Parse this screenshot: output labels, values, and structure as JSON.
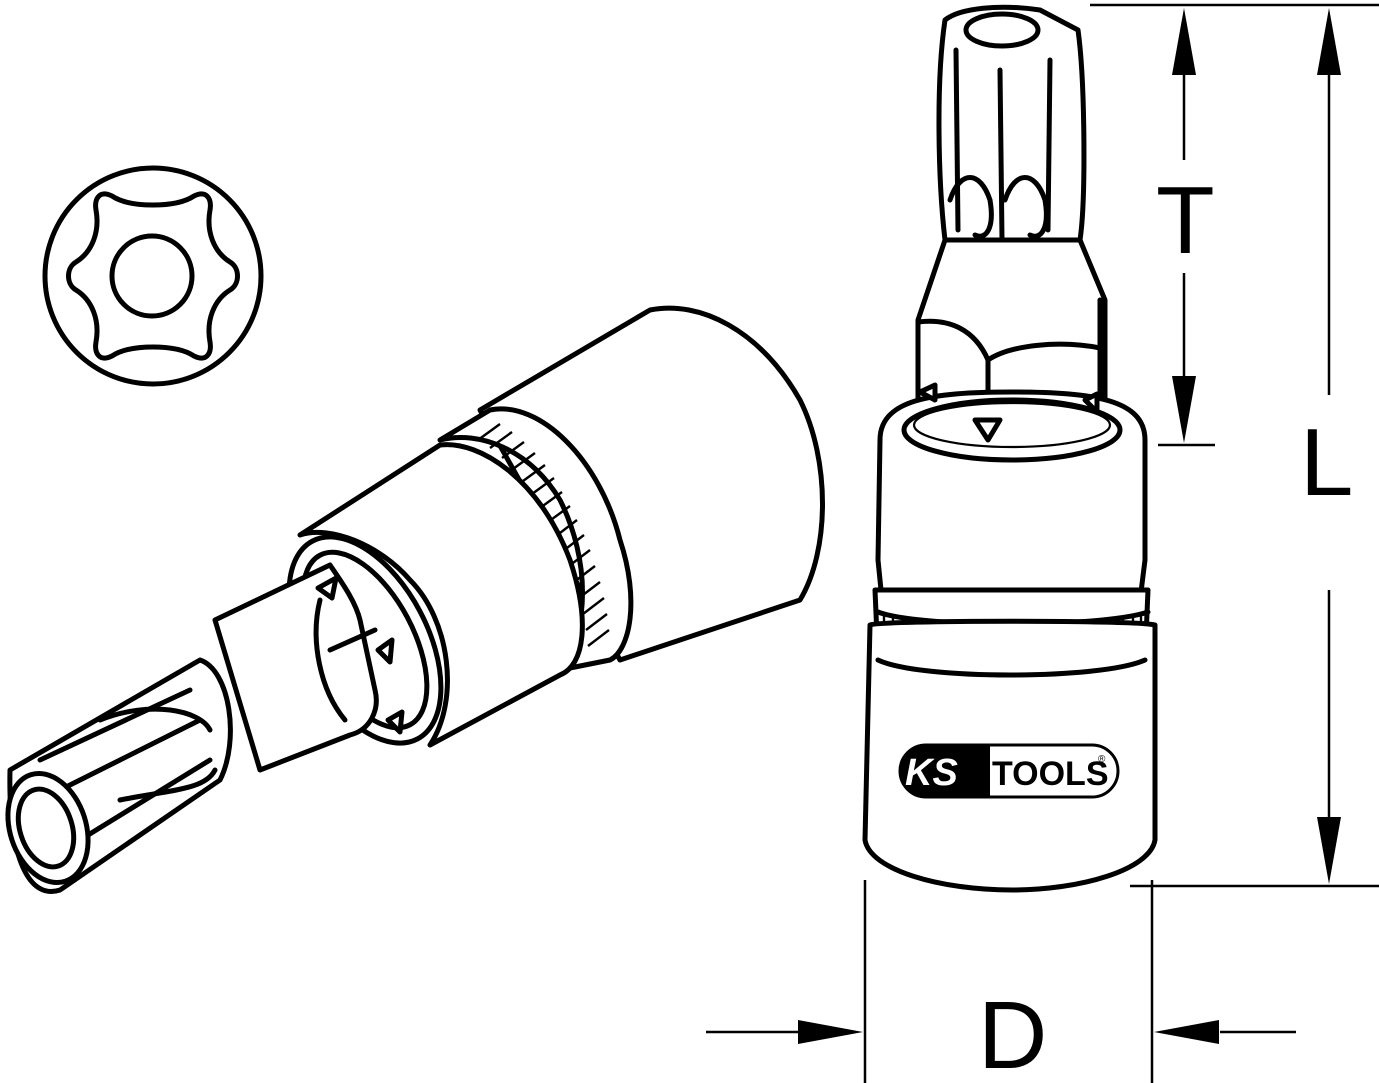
{
  "diagram": {
    "subject": "Torx bit socket (T-profile) technical drawing",
    "views": [
      "torx-profile-end-view",
      "isometric-left-view",
      "upright-right-view"
    ],
    "dimensions": {
      "T_label": "T",
      "L_label": "L",
      "D_label": "D"
    },
    "brand": {
      "ks": "KS",
      "tools": "TOOLS",
      "registered": "®"
    },
    "colors": {
      "line": "#000000",
      "background": "#ffffff"
    }
  }
}
